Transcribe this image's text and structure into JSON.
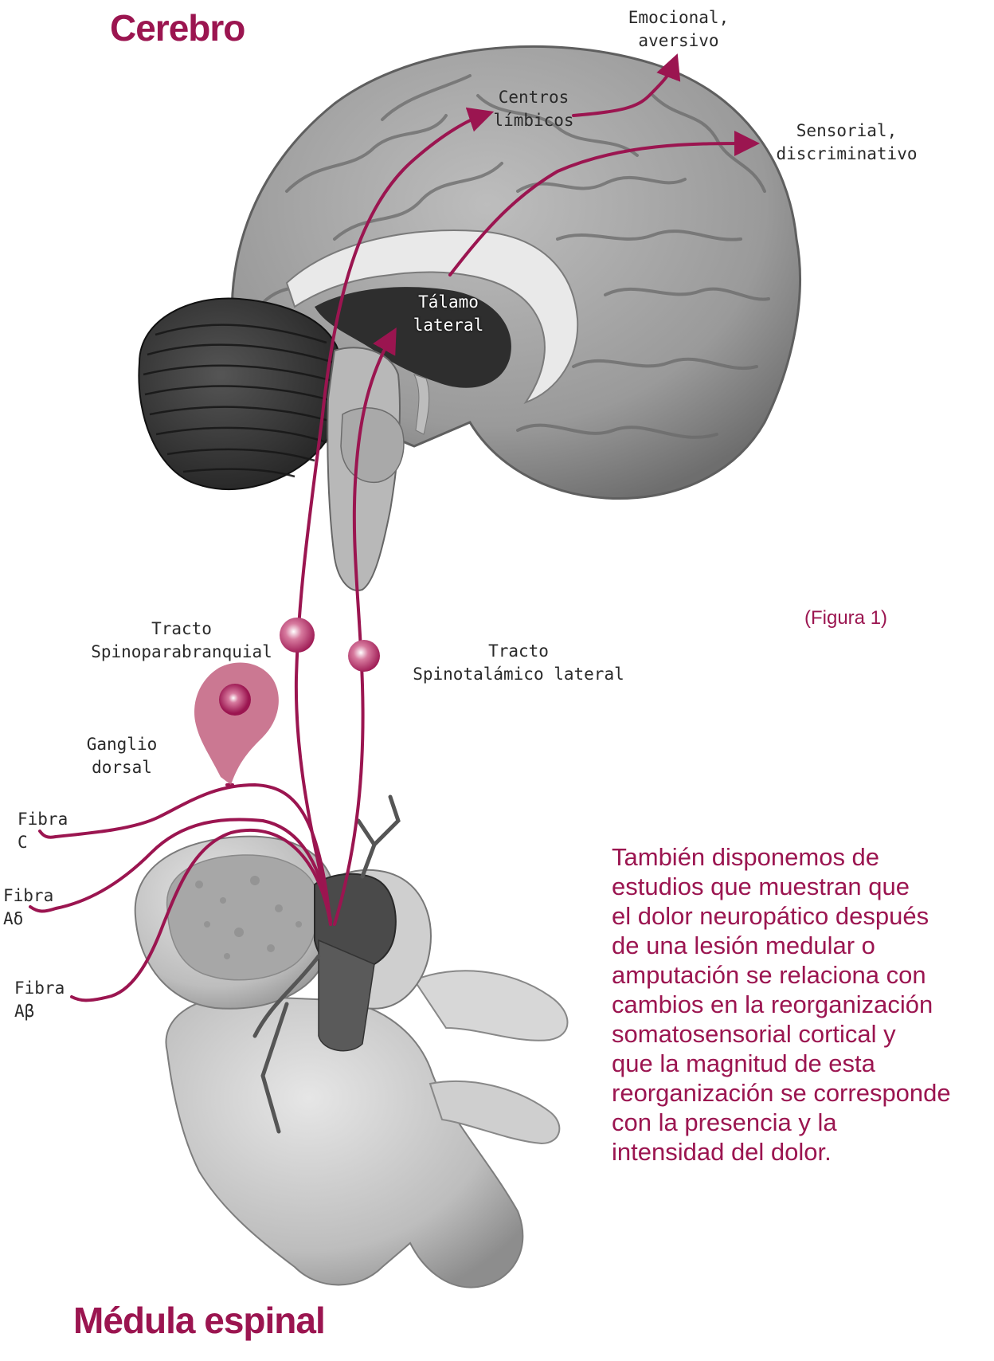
{
  "headings": {
    "brain": "Cerebro",
    "spine": "Médula espinal"
  },
  "labels": {
    "emotional": "Emocional,\naversivo",
    "limbic": "Centros\nlímbicos",
    "sensory": "Sensorial,\ndiscriminativo",
    "thalamus": "Tálamo\nlateral",
    "tract_spinoparabrachial": "Tracto\nSpinoparabranquial",
    "tract_spinothalamic": "Tracto\nSpinotalámico lateral",
    "ganglion": "Ganglio\ndorsal",
    "fiber_c": "Fibra\nC",
    "fiber_adelta": "Fibra\nAδ",
    "fiber_abeta": "Fibra\nAβ"
  },
  "figure_caption": "(Figura 1)",
  "body_text": "También disponemos de\nestudios que muestran  que\nel dolor neuropático después\nde una lesión medular o\namputación se relaciona con\ncambios en la reorganización\nsomatosensorial cortical y\nque la magnitud de esta\nreorganización se corresponde\ncon la presencia y la\nintensidad del dolor.",
  "colors": {
    "accent": "#9b1550",
    "text": "#2a2a2a",
    "brain": "#9a9a9a",
    "cerebellum": "#3a3a3a",
    "bone": "#c6c6c6"
  },
  "icons": {
    "arrowheads": "arrow-icon",
    "neuron_nodes": "neuron-node-icon"
  }
}
